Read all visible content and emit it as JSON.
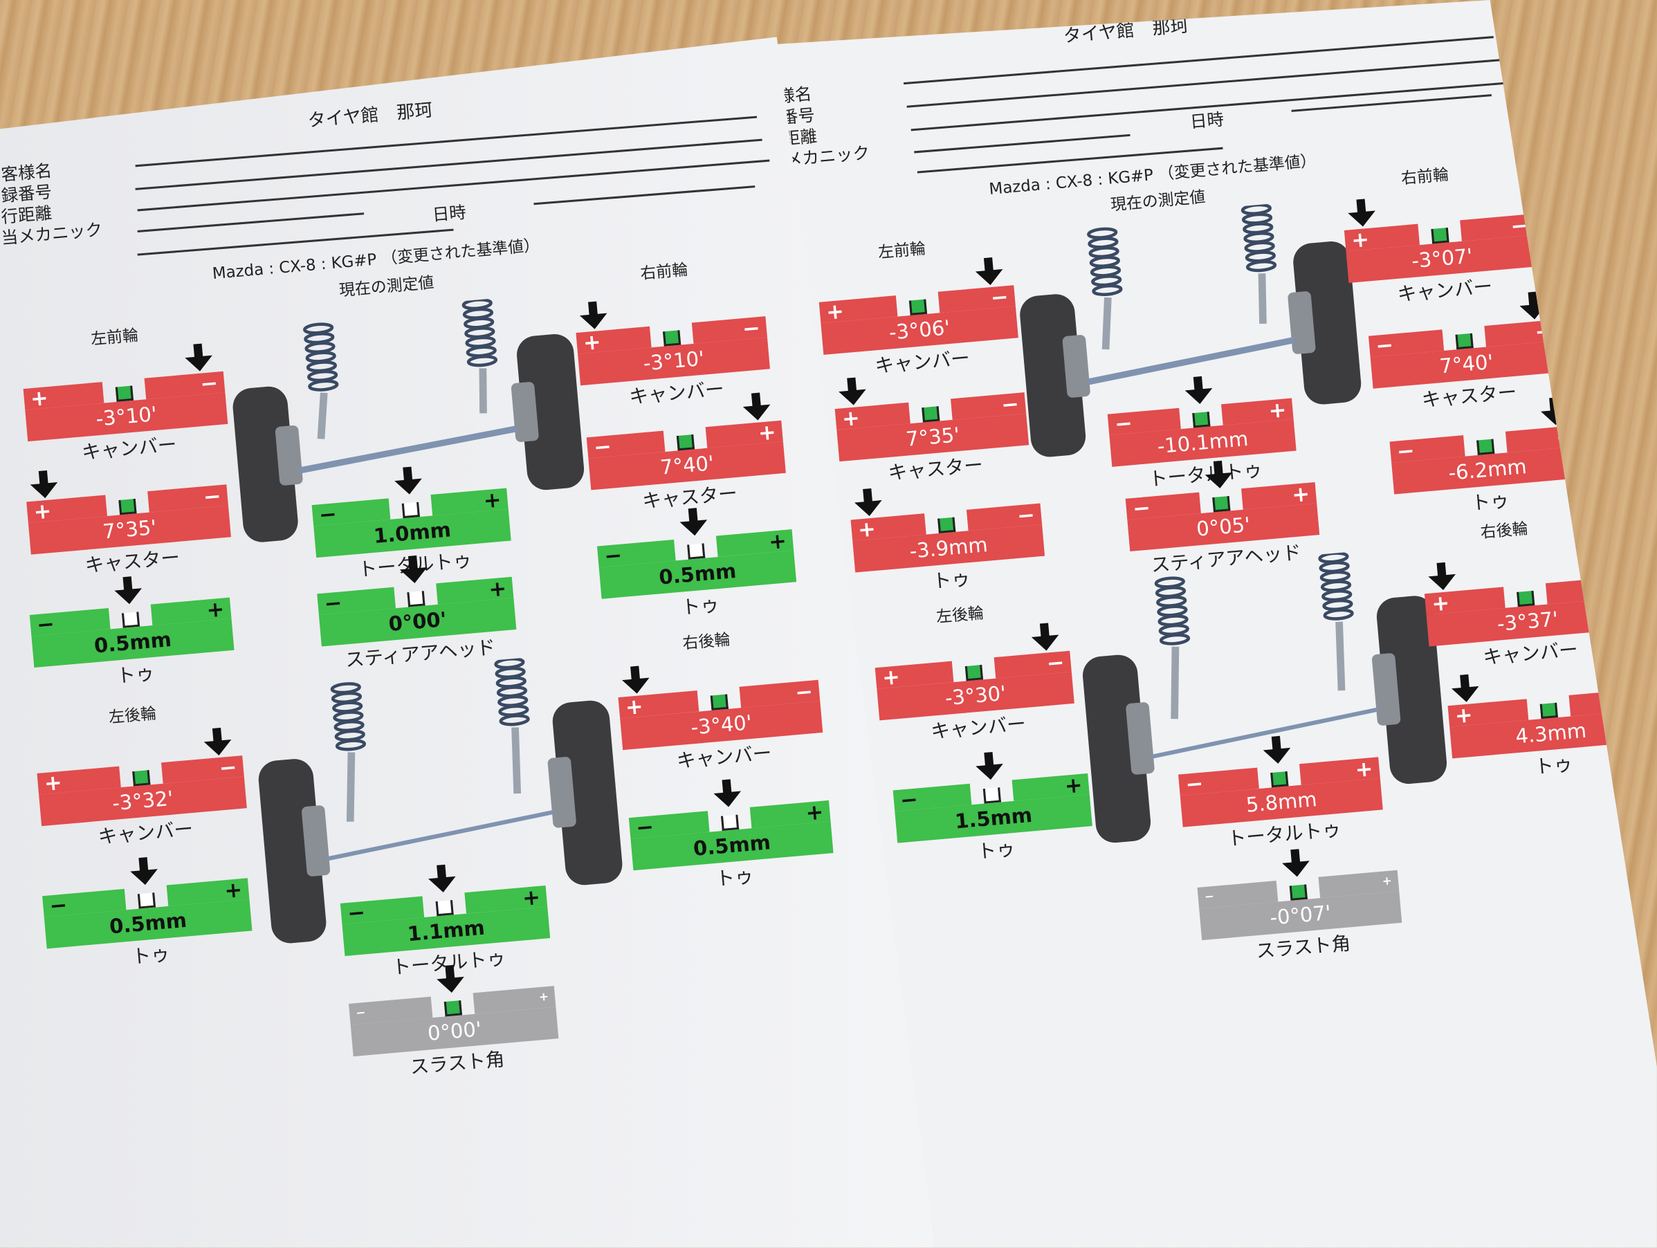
{
  "sheets": [
    {
      "shop_title": "タイヤ館　那珂",
      "form_labels": [
        "客様名",
        "録番号",
        "行距離",
        "当メカニック"
      ],
      "date_label": "日時",
      "model_line": "Mazda : CX-8 : KG#P （変更された基準値）",
      "subtitle": "現在の測定値",
      "wheel_labels": {
        "left_front": "左前輪",
        "right_front": "右前輪",
        "left_rear": "左後輪",
        "right_rear": "右後輪"
      },
      "gauges": [
        {
          "id": "lf-camber",
          "label": "キャンバー",
          "value": "-3°10'",
          "status": "red"
        },
        {
          "id": "lf-caster",
          "label": "キャスター",
          "value": "7°35'",
          "status": "red"
        },
        {
          "id": "lf-toe",
          "label": "トゥ",
          "value": "0.5mm",
          "status": "green"
        },
        {
          "id": "rf-camber",
          "label": "キャンバー",
          "value": "-3°10'",
          "status": "red"
        },
        {
          "id": "rf-caster",
          "label": "キャスター",
          "value": "7°40'",
          "status": "red"
        },
        {
          "id": "rf-toe",
          "label": "トゥ",
          "value": "0.5mm",
          "status": "green"
        },
        {
          "id": "front-total-toe",
          "label": "トータルトゥ",
          "value": "1.0mm",
          "status": "green"
        },
        {
          "id": "steer-ahead",
          "label": "スティアアヘッド",
          "value": "0°00'",
          "status": "green"
        },
        {
          "id": "lr-camber",
          "label": "キャンバー",
          "value": "-3°32'",
          "status": "red"
        },
        {
          "id": "lr-toe",
          "label": "トゥ",
          "value": "0.5mm",
          "status": "green"
        },
        {
          "id": "rr-camber",
          "label": "キャンバー",
          "value": "-3°40'",
          "status": "red"
        },
        {
          "id": "rr-toe",
          "label": "トゥ",
          "value": "0.5mm",
          "status": "green"
        },
        {
          "id": "rear-total-toe",
          "label": "トータルトゥ",
          "value": "1.1mm",
          "status": "green"
        },
        {
          "id": "thrust-angle",
          "label": "スラスト角",
          "value": "0°00'",
          "status": "gray"
        }
      ]
    },
    {
      "shop_title": "タイヤ館　那珂",
      "form_labels": [
        "様名",
        "番号",
        "距離",
        "メカニック"
      ],
      "date_label": "日時",
      "model_line": "Mazda : CX-8 : KG#P （変更された基準値）",
      "subtitle": "現在の測定値",
      "wheel_labels": {
        "left_front": "左前輪",
        "right_front": "右前輪",
        "left_rear": "左後輪",
        "right_rear": "右後輪"
      },
      "gauges": [
        {
          "id": "lf-camber",
          "label": "キャンバー",
          "value": "-3°06'",
          "status": "red"
        },
        {
          "id": "lf-caster",
          "label": "キャスター",
          "value": "7°35'",
          "status": "red"
        },
        {
          "id": "lf-toe",
          "label": "トゥ",
          "value": "-3.9mm",
          "status": "red"
        },
        {
          "id": "rf-camber",
          "label": "キャンバー",
          "value": "-3°07'",
          "status": "red"
        },
        {
          "id": "rf-caster",
          "label": "キャスター",
          "value": "7°40'",
          "status": "red"
        },
        {
          "id": "rf-toe",
          "label": "トゥ",
          "value": "-6.2mm",
          "status": "red"
        },
        {
          "id": "front-total-toe",
          "label": "トータルトゥ",
          "value": "-10.1mm",
          "status": "red"
        },
        {
          "id": "steer-ahead",
          "label": "スティアアヘッド",
          "value": "0°05'",
          "status": "red"
        },
        {
          "id": "lr-camber",
          "label": "キャンバー",
          "value": "-3°30'",
          "status": "red"
        },
        {
          "id": "lr-toe",
          "label": "トゥ",
          "value": "1.5mm",
          "status": "green"
        },
        {
          "id": "rr-camber",
          "label": "キャンバー",
          "value": "-3°37'",
          "status": "red"
        },
        {
          "id": "rr-toe",
          "label": "トゥ",
          "value": "4.3mm",
          "status": "red"
        },
        {
          "id": "rear-total-toe",
          "label": "トータルトゥ",
          "value": "5.8mm",
          "status": "red"
        },
        {
          "id": "thrust-angle",
          "label": "スラスト角",
          "value": "-0°07'",
          "status": "gray"
        }
      ]
    }
  ]
}
